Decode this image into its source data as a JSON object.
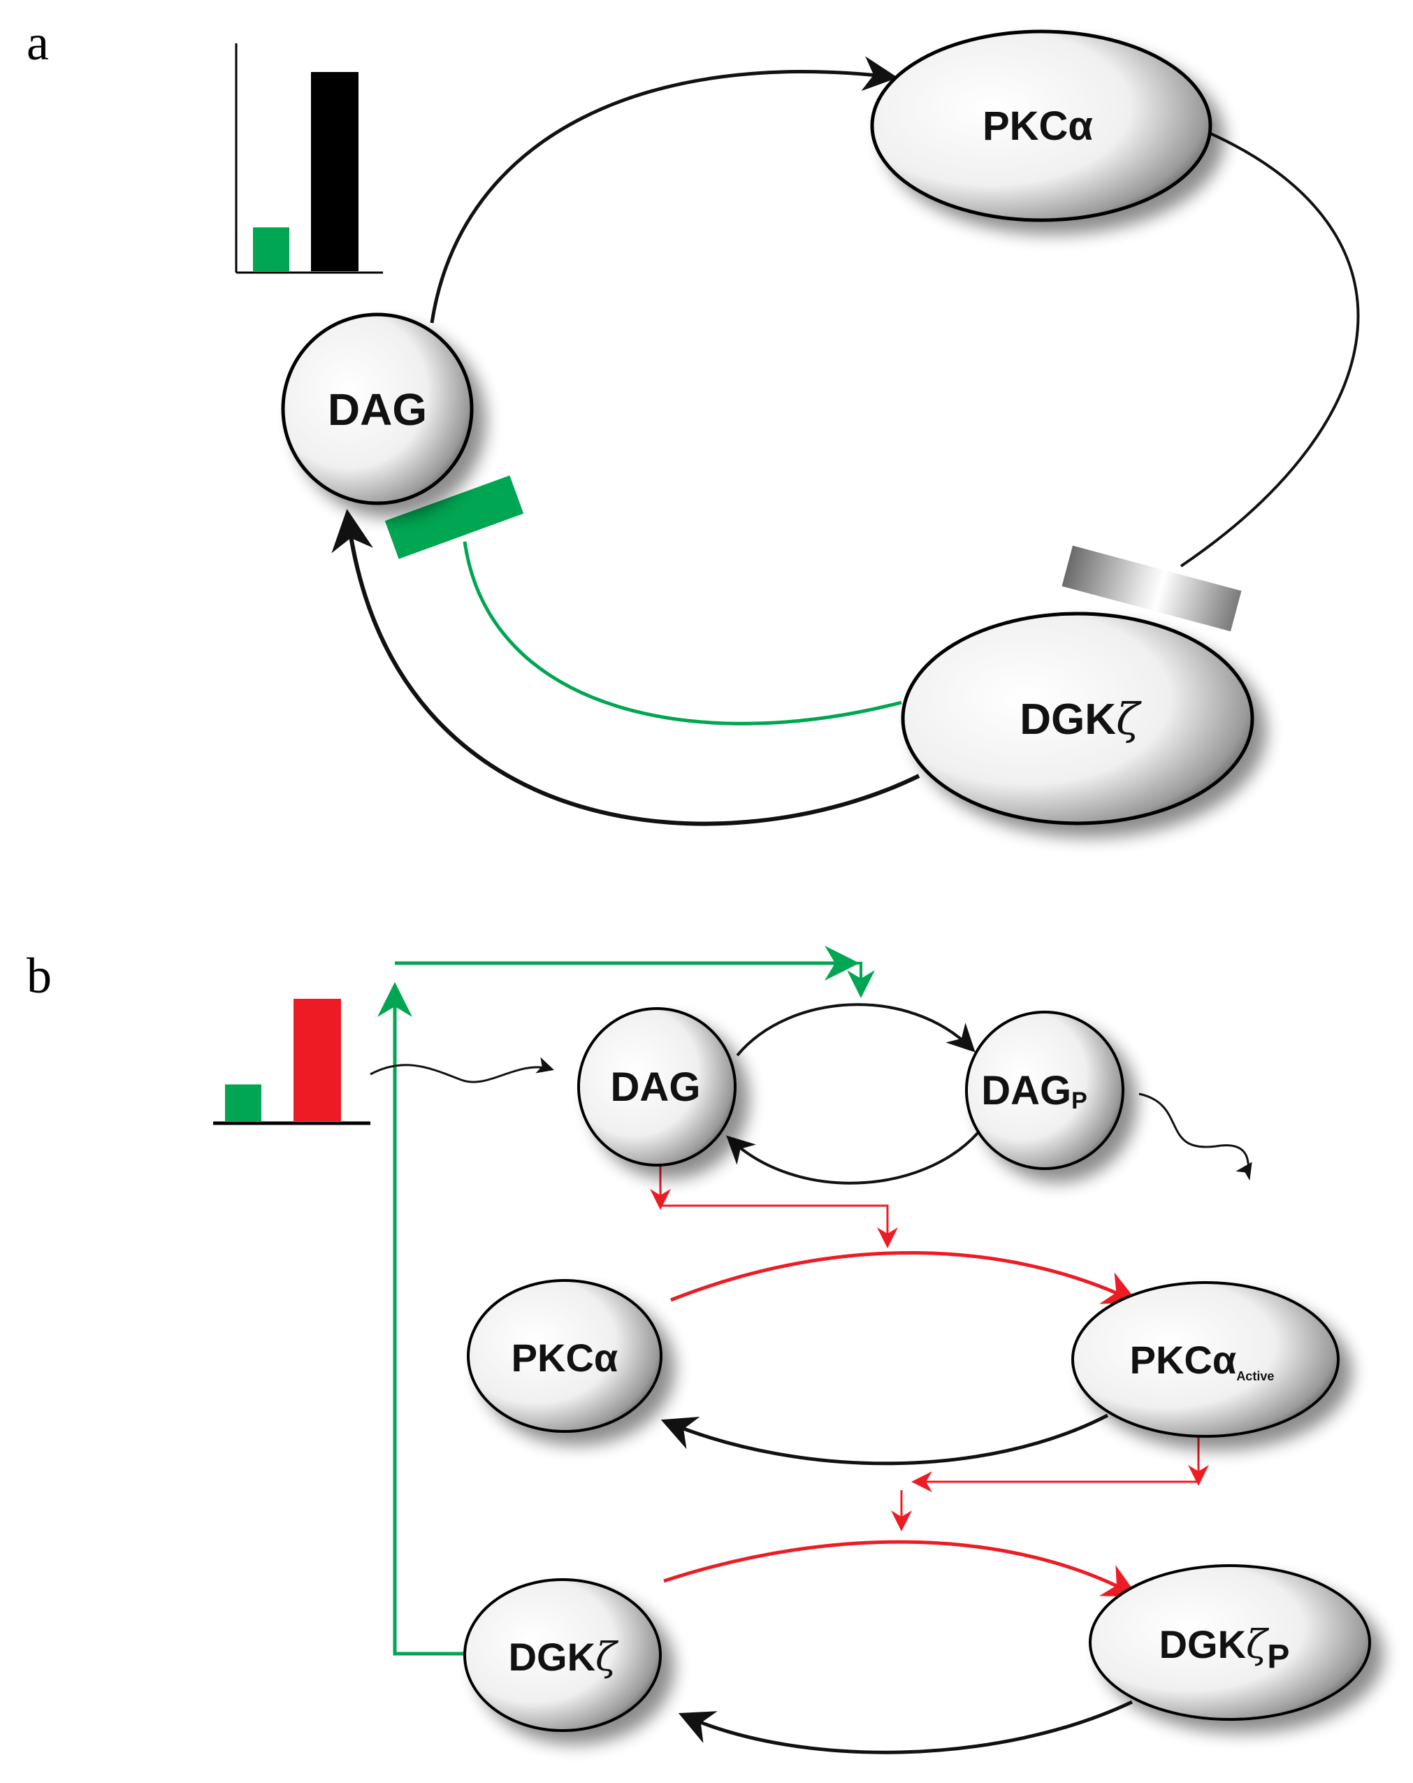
{
  "panels": {
    "a": {
      "label": "a",
      "nodes": {
        "dag": "DAG",
        "pkc": "PKCα",
        "dgk_base": "DGK",
        "dgk_greek": "ζ"
      },
      "bar_inset": {
        "bars": [
          {
            "value": 0.22,
            "color": "#00a651"
          },
          {
            "value": 1.0,
            "color": "#000000"
          }
        ]
      }
    },
    "b": {
      "label": "b",
      "nodes": {
        "dag": "DAG",
        "dagp_base": "DAG",
        "dagp_sub": "P",
        "pkc": "PKCα",
        "pkc_active_base": "PKCα",
        "pkc_active_sub": "Active",
        "dgk_base": "DGK",
        "dgk_greek": "ζ",
        "dgkp_base": "DGK",
        "dgkp_greek": "ζ",
        "dgkp_sub": "P"
      },
      "bar_inset": {
        "bars": [
          {
            "value": 0.3,
            "color": "#00a651"
          },
          {
            "value": 1.0,
            "color": "#ed1c24"
          }
        ]
      }
    }
  },
  "colors": {
    "activation_green": "#00a651",
    "activation_red": "#ed1c24",
    "reaction_black": "#111111"
  }
}
